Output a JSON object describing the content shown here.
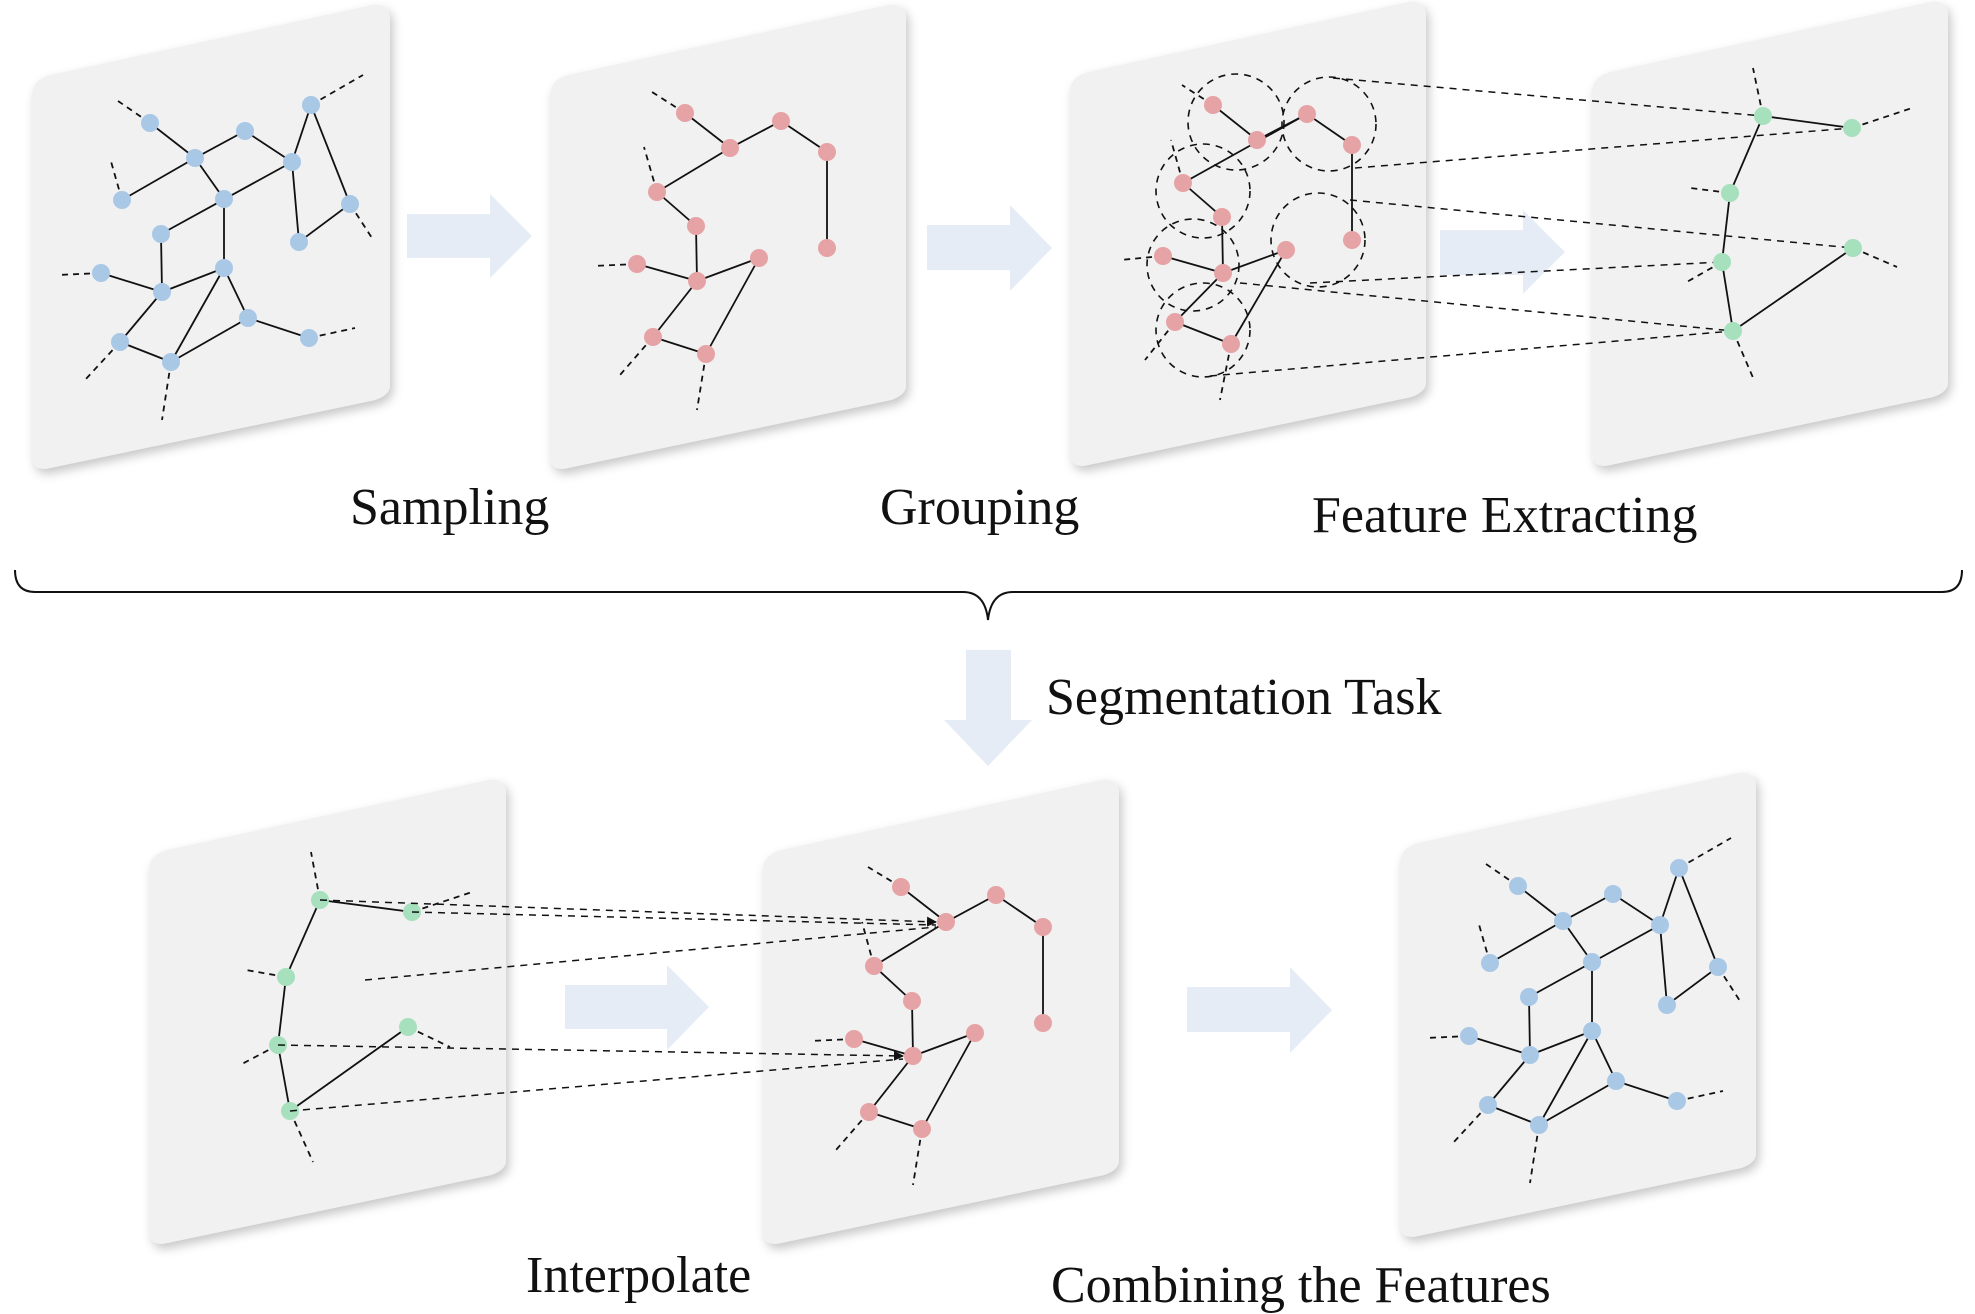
{
  "labels": {
    "sampling": "Sampling",
    "grouping": "Grouping",
    "feature_extracting": "Feature Extracting",
    "segmentation_task": "Segmentation Task",
    "interpolate": "Interpolate",
    "combining": "Combining the Features"
  },
  "colors": {
    "panel": "#f1f1f1",
    "arrow": "#e6ecf6",
    "blue_node": "#a9c8e6",
    "red_node": "#e6a3a6",
    "green_node": "#a6e0bd",
    "line": "#111111"
  }
}
